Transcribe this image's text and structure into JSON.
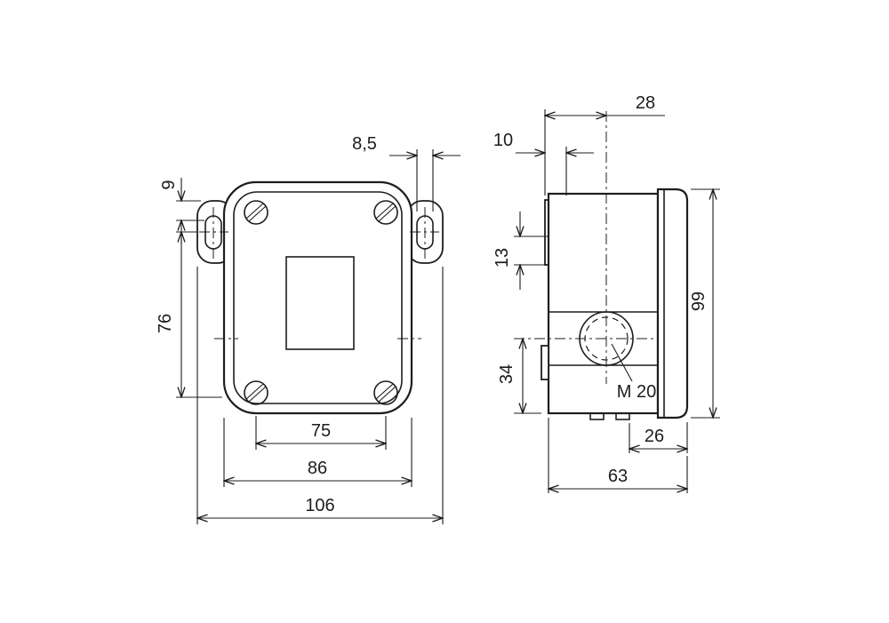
{
  "drawing": {
    "kind": "technical-dimension-drawing",
    "units_style": "DIN"
  },
  "dims": {
    "front": {
      "slot_width": "8,5",
      "slot_offset": "9",
      "mount_height": "76",
      "hole_spacing": "75",
      "body_width": "86",
      "overall_width": "106"
    },
    "side": {
      "gland_depth": "28",
      "ear_thickness": "10",
      "ear_height": "13",
      "gland_height": "34",
      "overall_height": "99",
      "gland_thread": "M 20",
      "cover_depth": "26",
      "overall_depth": "63"
    }
  },
  "colors": {
    "line": "#1d1d1d",
    "background": "#ffffff"
  }
}
